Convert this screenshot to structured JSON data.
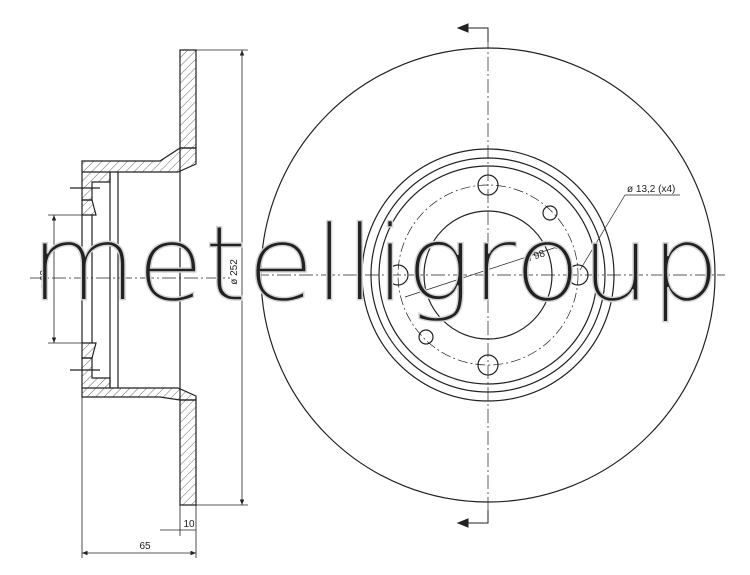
{
  "watermark": "metelligroup",
  "dimensions": {
    "bore_diameter": "ø 68",
    "disc_diameter": "ø 252",
    "pcd": "ø 98",
    "bolt_holes": "ø 13,2 (x4)",
    "thickness": "10",
    "height": "65"
  },
  "colors": {
    "line": "#222222",
    "hatch": "#444444",
    "watermark": "#d9d9d9"
  }
}
